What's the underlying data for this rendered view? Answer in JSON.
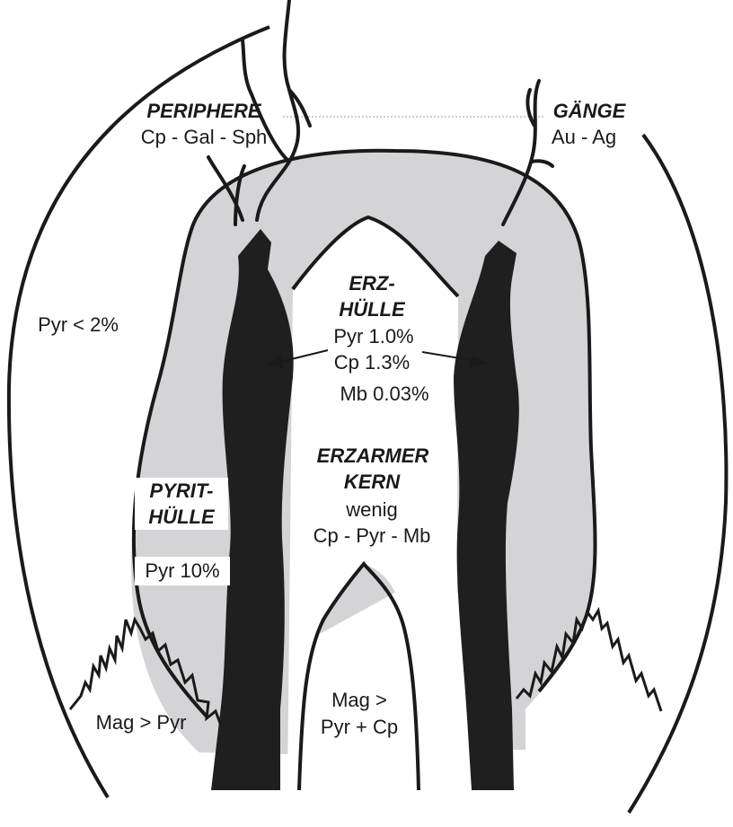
{
  "colors": {
    "background": "#ffffff",
    "outline": "#1a1a1a",
    "ore_shell_fill": "#d4d4d6",
    "ore_body_fill": "#1f1f1f",
    "label_backing": "#ffffff"
  },
  "labels": {
    "periphere": "PERIPHERE",
    "periphere_minerals": "Cp - Gal - Sph",
    "gaenge": "GÄNGE",
    "gaenge_minerals": "Au - Ag",
    "pyr_outer": "Pyr < 2%",
    "erz_huelle_line1": "ERZ-",
    "erz_huelle_line2": "HÜLLE",
    "erz_pyr": "Pyr 1.0%",
    "erz_cp": "Cp 1.3%",
    "erz_mb": "Mb 0.03%",
    "kern_line1": "ERZARMER",
    "kern_line2": "KERN",
    "kern_wenig": "wenig",
    "kern_minerals": "Cp - Pyr - Mb",
    "pyrit_line1": "PYRIT-",
    "pyrit_line2": "HÜLLE",
    "pyrit_pyr": "Pyr 10%",
    "mag_left": "Mag > Pyr",
    "mag_center_line1": "Mag >",
    "mag_center_line2": "Pyr + Cp"
  }
}
